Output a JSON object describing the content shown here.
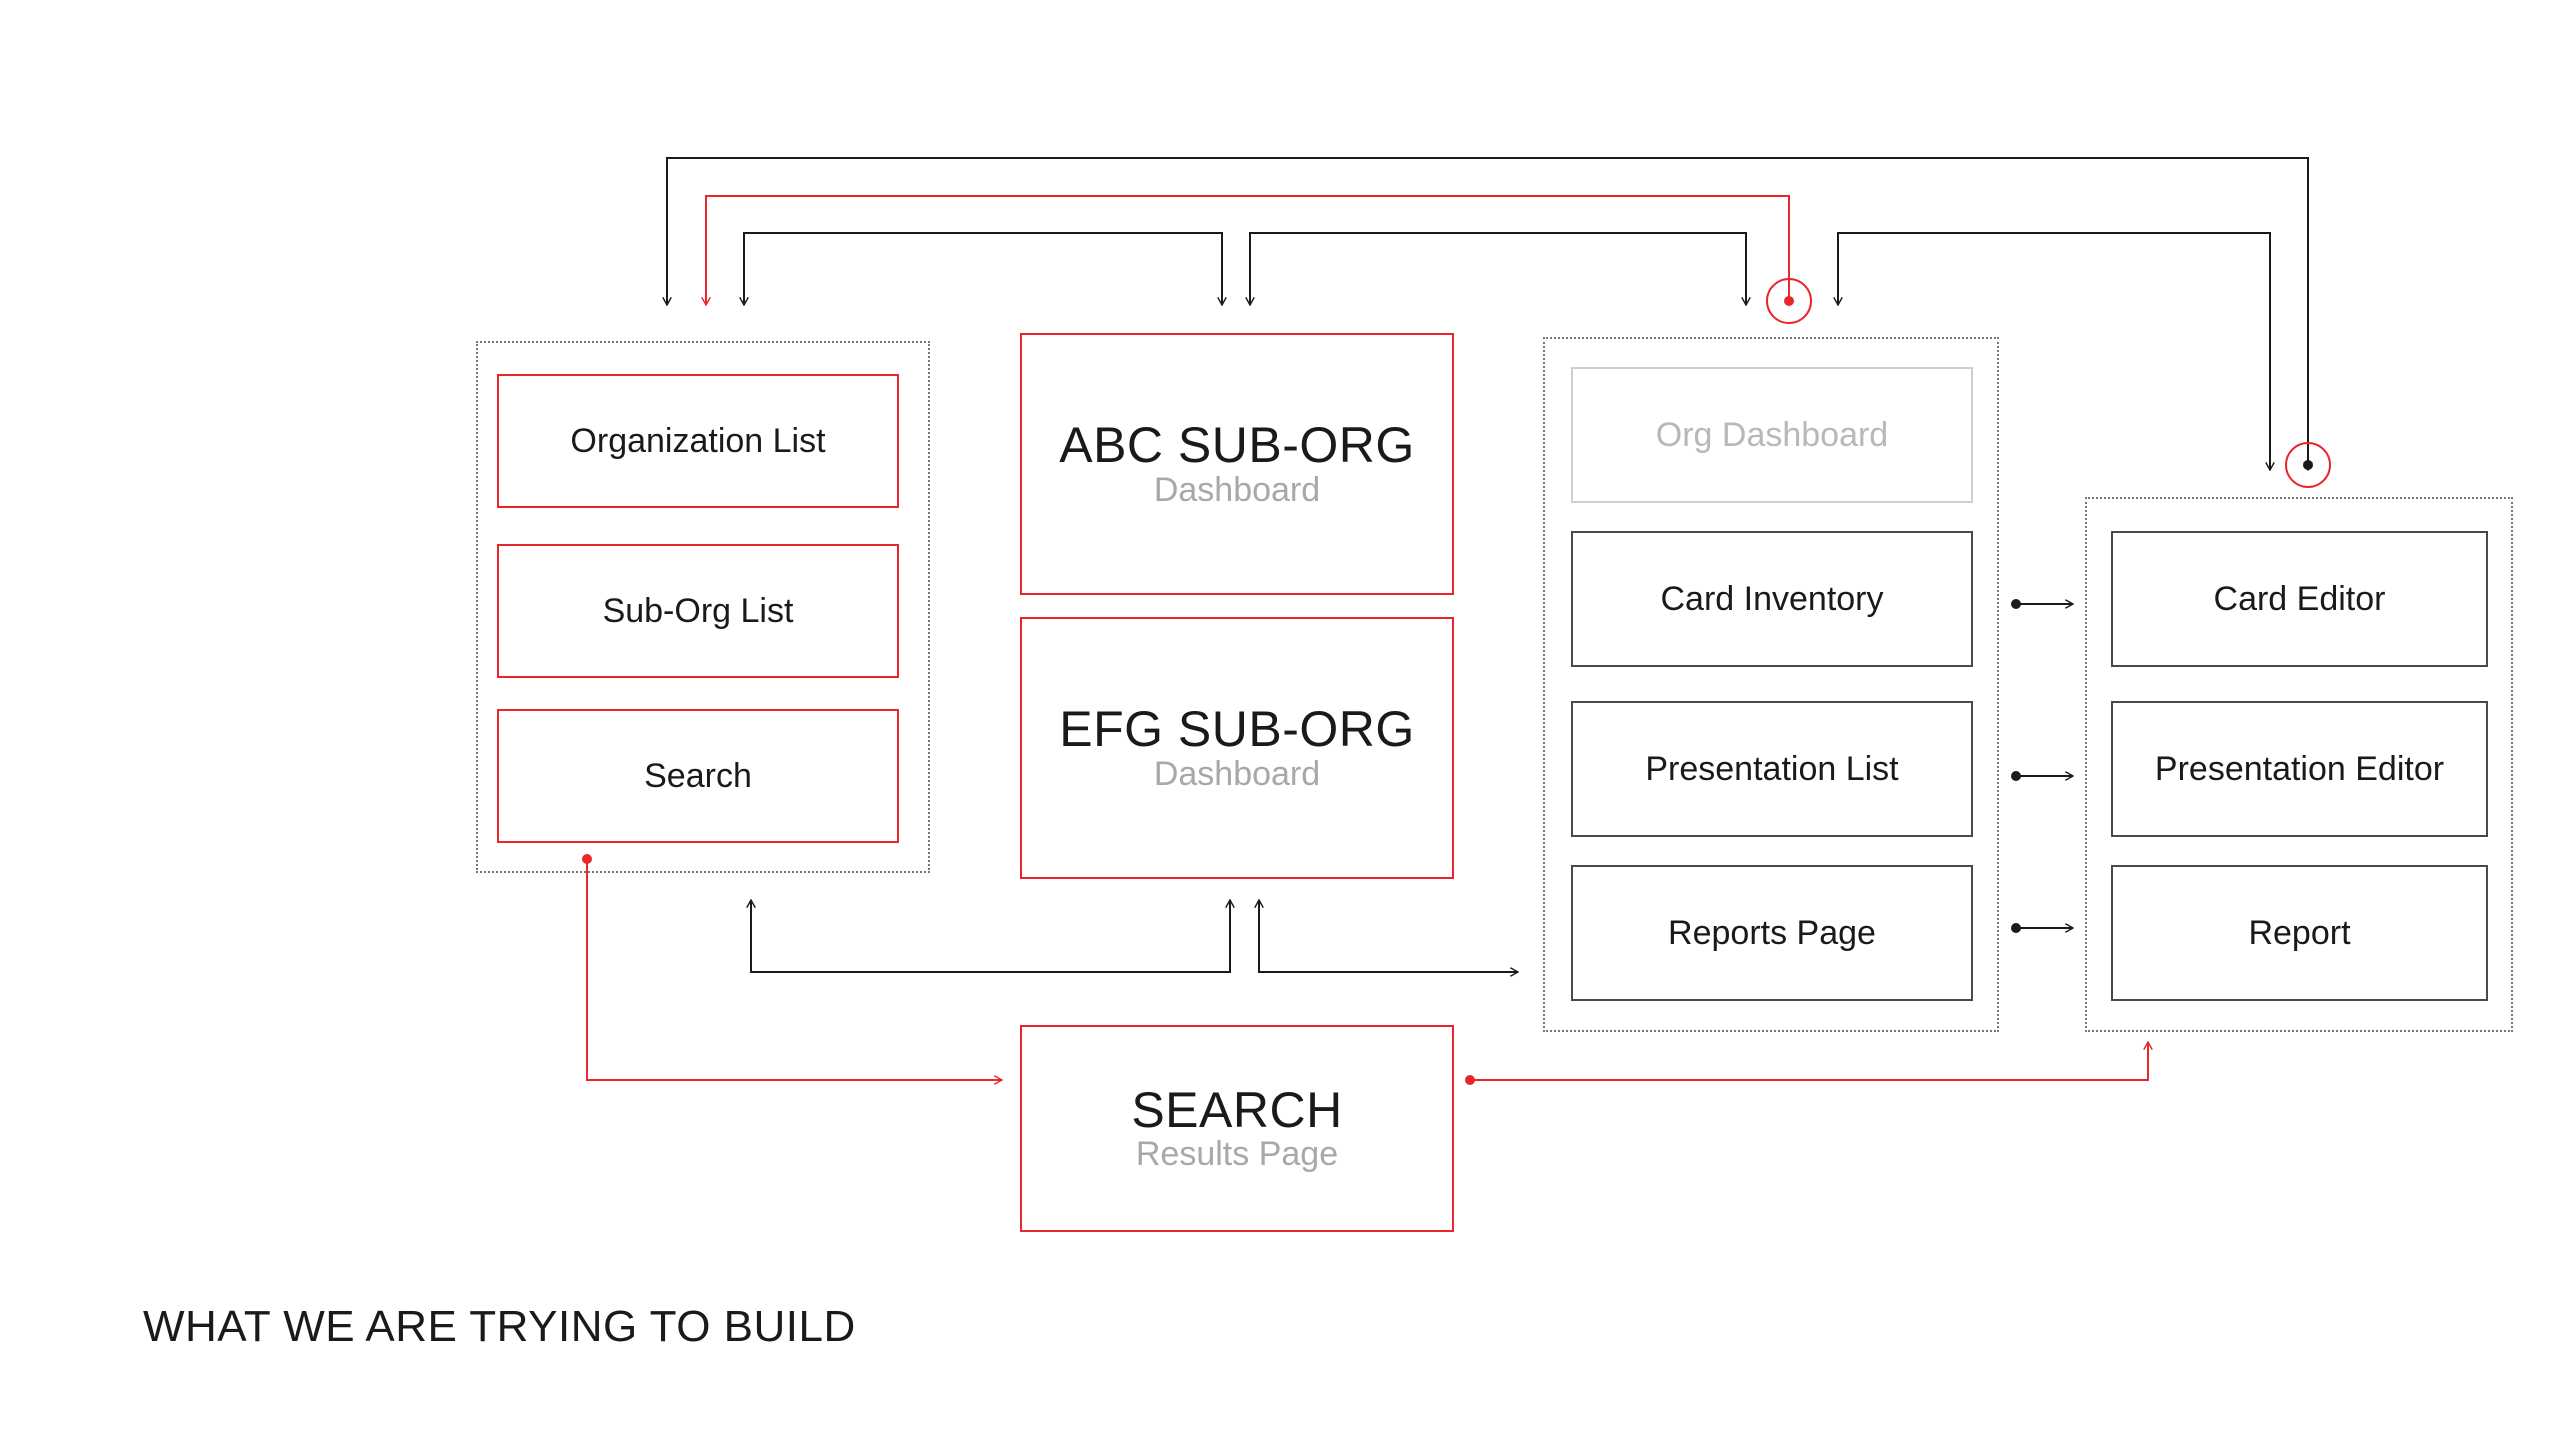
{
  "caption": "WHAT WE ARE TRYING TO BUILD",
  "colors": {
    "accent": "#e8262b",
    "line": "#1a1a1a",
    "group_border": "#777777",
    "faded_text": "#b8b8b8"
  },
  "left_group": {
    "items": [
      "Organization List",
      "Sub-Org List",
      "Search"
    ]
  },
  "dashboards": {
    "abc": {
      "title": "ABC SUB-ORG",
      "subtitle": "Dashboard"
    },
    "efg": {
      "title": "EFG SUB-ORG",
      "subtitle": "Dashboard"
    }
  },
  "search_results": {
    "title": "SEARCH",
    "subtitle": "Results Page"
  },
  "org_group": {
    "header": "Org Dashboard",
    "items": [
      "Card Inventory",
      "Presentation List",
      "Reports Page"
    ]
  },
  "editor_group": {
    "items": [
      "Card Editor",
      "Presentation Editor",
      "Report"
    ]
  }
}
